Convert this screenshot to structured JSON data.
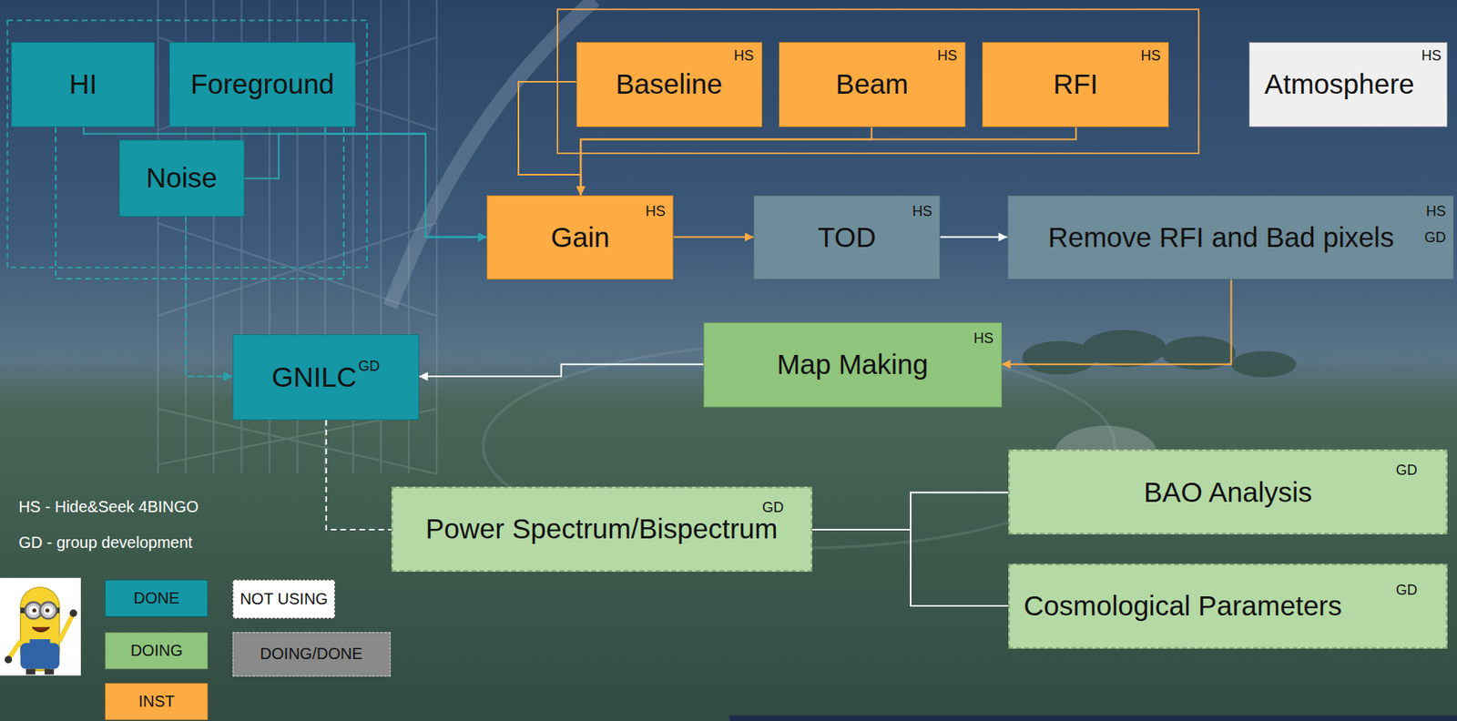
{
  "diagram": {
    "nodes": [
      {
        "text": [
          "HI"
        ]
      },
      {
        "text": [
          "Foreground"
        ]
      },
      {
        "text": [
          "Baseline",
          "HS"
        ]
      },
      {
        "text": [
          "Beam",
          "HS"
        ]
      },
      {
        "text": [
          "RFI",
          "HS"
        ]
      },
      {
        "text": [
          "Atmosphere",
          "HS"
        ]
      },
      {
        "text": [
          "Noise"
        ]
      },
      {
        "text": [
          "Gain",
          "HS"
        ]
      },
      {
        "text": [
          "TOD",
          "HS"
        ]
      },
      {
        "text": [
          "Remove RFI and Bad pixels",
          "HS",
          "GD"
        ]
      },
      {
        "text": [
          "Map Making",
          "HS"
        ]
      },
      {
        "text": [
          "GNILC",
          "GD"
        ]
      },
      {
        "text": [
          "BAO Analysis",
          "GD"
        ]
      },
      {
        "text": [
          "Power Spectrum/Bispectrum",
          "GD"
        ]
      },
      {
        "text": [
          "Cosmological Parameters",
          "GD"
        ]
      }
    ],
    "edges": [
      {
        "from": 0,
        "to": 7,
        "arrow": "to"
      },
      {
        "from": 1,
        "to": 7,
        "arrow": "to"
      },
      {
        "from": 6,
        "to": 7,
        "arrow": "to"
      },
      {
        "from": 2,
        "to": 7,
        "arrow": "to"
      },
      {
        "from": 3,
        "to": 7,
        "arrow": "to"
      },
      {
        "from": 4,
        "to": 7,
        "arrow": "to"
      },
      {
        "from": 7,
        "to": 8,
        "arrow": "to"
      },
      {
        "from": 8,
        "to": 9,
        "arrow": "to"
      },
      {
        "from": 9,
        "to": 10,
        "arrow": "to"
      },
      {
        "from": 10,
        "to": 11,
        "arrow": "to"
      },
      {
        "from": 0,
        "to": 11,
        "arrow": "to"
      },
      {
        "from": 1,
        "to": 11,
        "arrow": "to"
      },
      {
        "from": 6,
        "to": 11,
        "arrow": "to"
      },
      {
        "from": 11,
        "to": 13,
        "arrow": "none"
      },
      {
        "from": 13,
        "to": 12,
        "arrow": "none"
      },
      {
        "from": 13,
        "to": 14,
        "arrow": "none"
      }
    ],
    "labels": [
      "HS - Hide&Seek 4BINGO",
      "GD - group development"
    ],
    "legend": [
      {
        "text": "DONE",
        "color": "#1597a5"
      },
      {
        "text": "DOING",
        "color": "#8fc47c"
      },
      {
        "text": "INST",
        "color": "#fdab42"
      },
      {
        "text": "NOT USING",
        "color": "#ffffff"
      },
      {
        "text": "DOING/DONE",
        "color": "#8a8a8a"
      }
    ]
  }
}
